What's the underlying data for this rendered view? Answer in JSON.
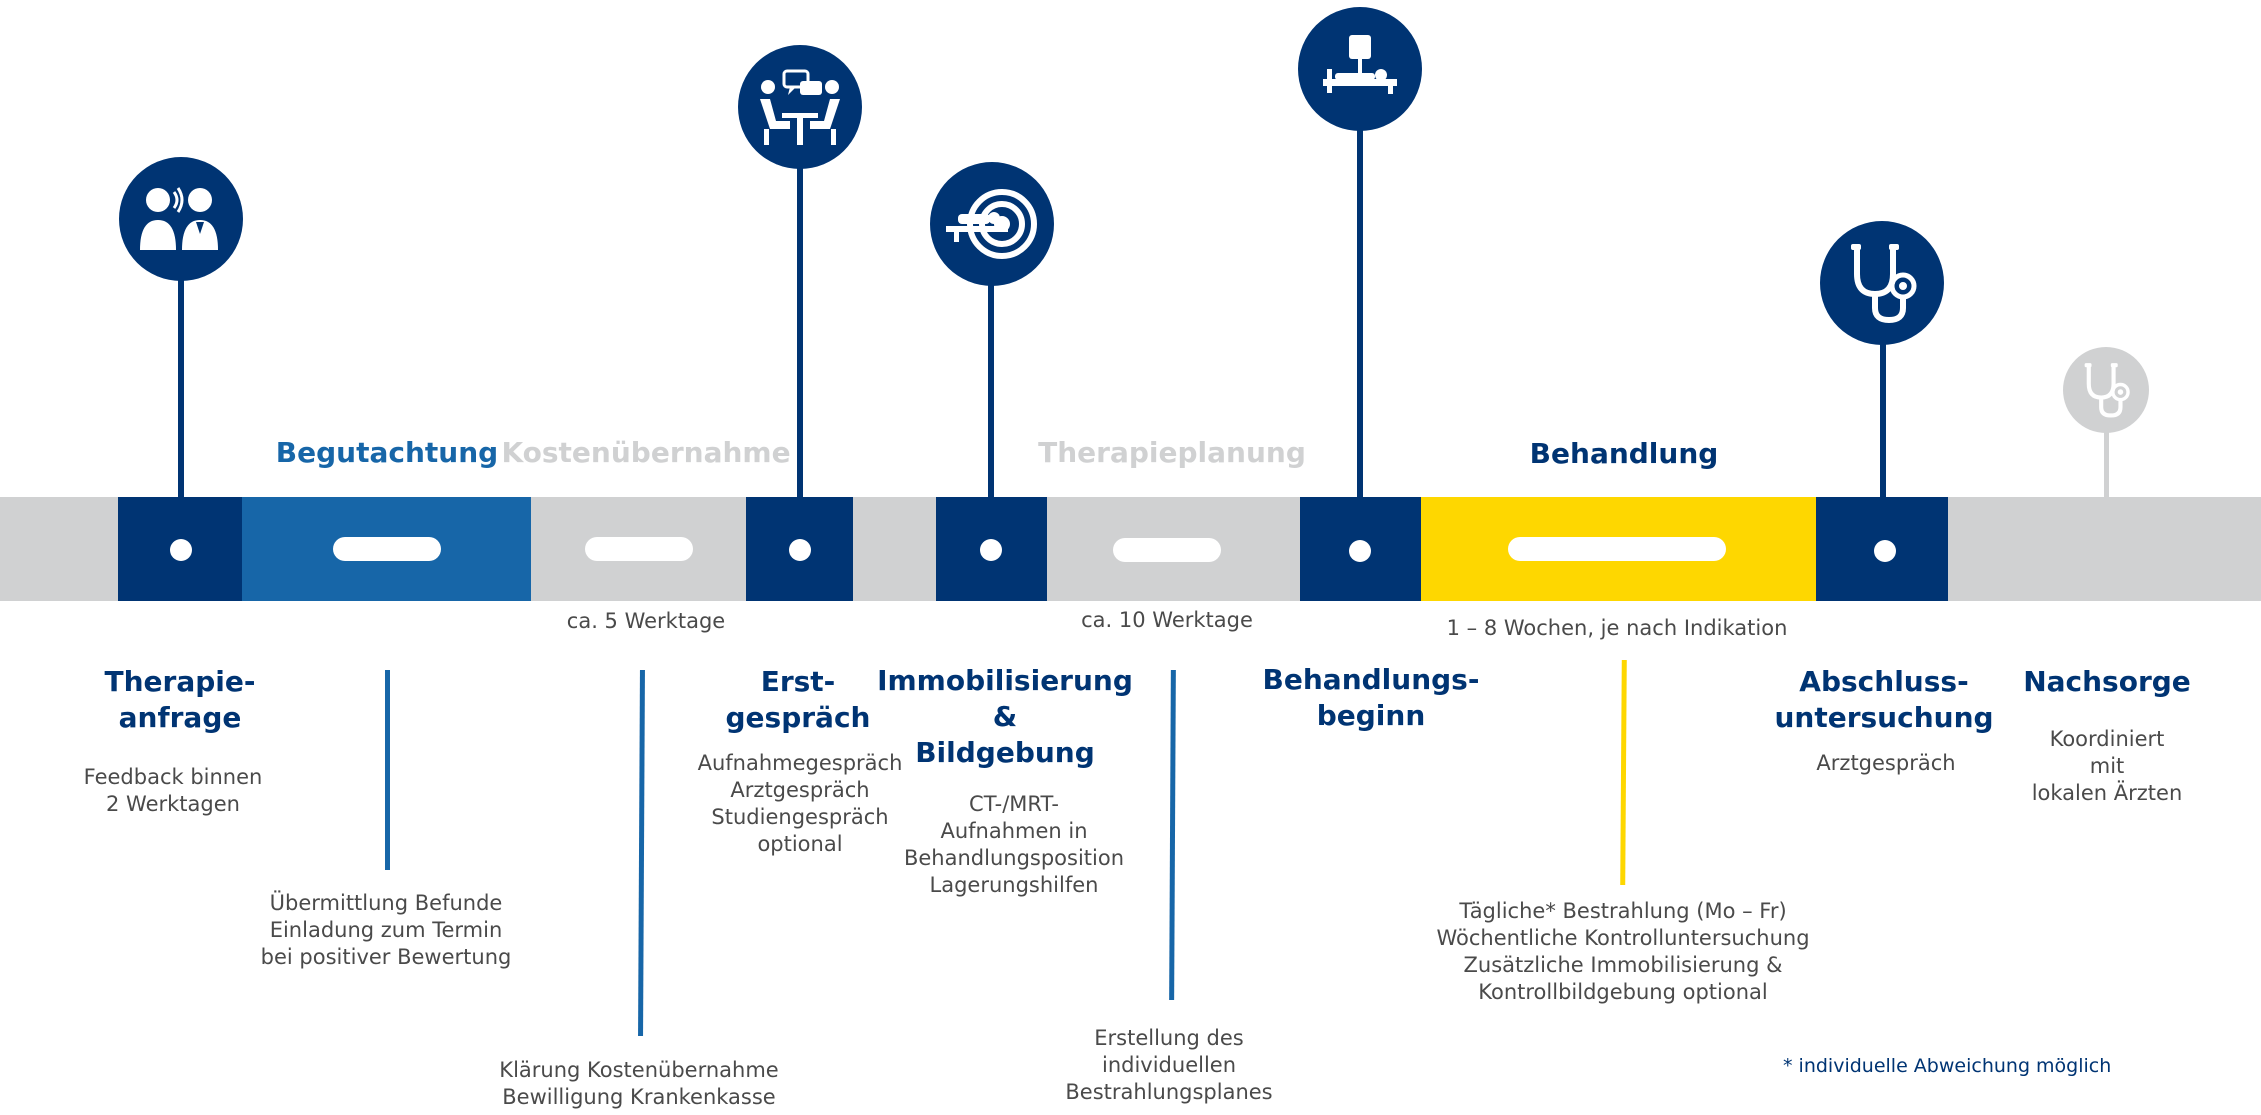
{
  "phases": {
    "begutachtung": {
      "label": "Begutachtung",
      "details": "Übermittlung Befunde\nEinladung zum Termin\nbei positiver Bewertung"
    },
    "kostenuebernahme": {
      "label": "Kostenübernahme",
      "duration": "ca. 5 Werktage",
      "details": "Klärung Kostenübernahme\nBewilligung Krankenkasse"
    },
    "therapieplanung": {
      "label": "Therapieplanung",
      "duration": "ca. 10 Werktage",
      "details": "Erstellung des\nindividuellen\nBestrahlungsplanes"
    },
    "behandlung": {
      "label": "Behandlung",
      "duration": "1 – 8 Wochen, je nach Indikation",
      "details": "Tägliche* Bestrahlung (Mo – Fr)\nWöchentliche Kontrolluntersuchung\nZusätzliche Immobilisierung &\nKontrollbildgebung optional"
    }
  },
  "milestones": {
    "therapieanfrage": {
      "title": "Therapie-\nanfrage",
      "details": "Feedback binnen\n2 Werktagen",
      "icon": "doctor-patient-icon"
    },
    "erstgespraech": {
      "title": "Erst-\ngespräch",
      "details": "Aufnahmegespräch\nArztgespräch\nStudiengespräch\noptional",
      "icon": "consultation-icon"
    },
    "immobilisierung": {
      "title": "Immobilisierung\n&\nBildgebung",
      "details": "CT-/MRT-\nAufnahmen in\nBehandlungsposition\nLagerungshilfen",
      "icon": "ct-scanner-icon"
    },
    "behandlungsbeginn": {
      "title": "Behandlungs-\nbeginn",
      "icon": "radiation-treatment-icon"
    },
    "abschluss": {
      "title": "Abschluss-\nuntersuchung",
      "details": "Arztgespräch",
      "icon": "stethoscope-icon"
    },
    "nachsorge": {
      "title": "Nachsorge",
      "details": "Koordiniert mit\nlokalen Ärzten",
      "icon": "stethoscope-icon"
    }
  },
  "footnote": "* individuelle Abweichung möglich",
  "colors": {
    "navy": "#003473",
    "blue": "#1766a8",
    "yellow": "#fed700",
    "grey": "#d0d1d2"
  }
}
